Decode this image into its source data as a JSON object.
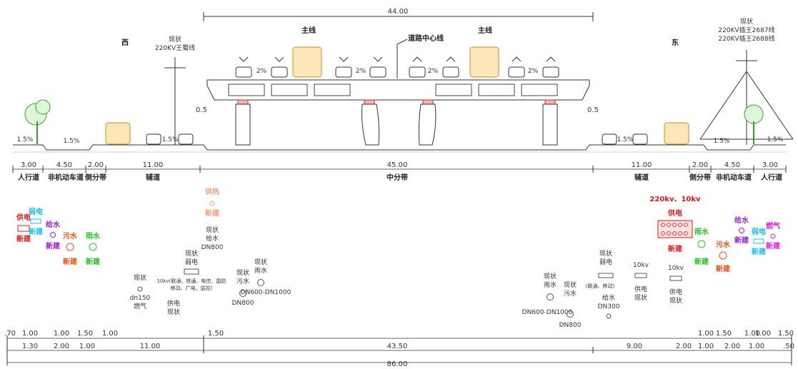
{
  "directions": {
    "west": "西",
    "east": "东"
  },
  "top": {
    "overall_width": "44.00",
    "main_line_left": "主线",
    "main_line_right": "主线",
    "centerline": "道路中心线"
  },
  "powerlines": {
    "west": [
      "现状",
      "220KV王蜀线"
    ],
    "east": [
      "现状",
      "220KV插王2687线",
      "220KV插王2688线"
    ]
  },
  "edge_offsets": {
    "left": "0.5",
    "right": "0.5"
  },
  "slopes": {
    "s15": "1.5%",
    "s2": "2%"
  },
  "sections": [
    {
      "width": "3.00",
      "label": "人行道"
    },
    {
      "width": "4.50",
      "label": "非机动车道"
    },
    {
      "width": "2.00",
      "label": "侧分带"
    },
    {
      "width": "11.00",
      "label": "辅道"
    },
    {
      "width": "45.00",
      "label": "中分带"
    },
    {
      "width": "11.00",
      "label": "辅道"
    },
    {
      "width": "2.00",
      "label": "侧分带"
    },
    {
      "width": "4.50",
      "label": "非机动车道"
    },
    {
      "width": "3.00",
      "label": "人行道"
    }
  ],
  "pipelines": {
    "left_new": [
      {
        "name": "供电",
        "status": "新建",
        "color": "#e8141a"
      },
      {
        "name": "弱电",
        "status": "新建",
        "color": "#12c4e8"
      },
      {
        "name": "给水",
        "status": "新建",
        "color": "#9b1fd6"
      },
      {
        "name": "污水",
        "status": "新建",
        "color": "#e8521a"
      },
      {
        "name": "雨水",
        "status": "新建",
        "color": "#24c32a"
      }
    ],
    "heat": {
      "name": "供热",
      "status": "新建",
      "color": "#f0a080"
    },
    "left_existing": [
      {
        "lines": [
          "现状",
          "给水",
          "DN800"
        ]
      },
      {
        "lines": [
          "现状",
          "dn150",
          "燃气"
        ]
      },
      {
        "lines": [
          "现状",
          "弱电",
          "10kv(联通、铁通、电信、国防",
          "移动、广电、监控)",
          "供电",
          "现状"
        ]
      },
      {
        "lines": [
          "现状",
          "污水",
          "DN800"
        ]
      },
      {
        "lines": [
          "现状",
          "雨水",
          "DN600-DN1000"
        ]
      }
    ],
    "right_existing": [
      {
        "lines": [
          "现状",
          "雨水",
          "DN600-DN1000"
        ]
      },
      {
        "lines": [
          "现状",
          "污水",
          "DN800"
        ]
      },
      {
        "lines": [
          "现状",
          "弱电",
          "(联通、移动)",
          "给水",
          "DN300"
        ]
      },
      {
        "lines": [
          "10kv",
          "供电",
          "现状"
        ]
      },
      {
        "lines": [
          "10kv",
          "供电",
          "现状"
        ]
      }
    ],
    "right_power": {
      "voltage": "220kv、10kv",
      "name": "供电",
      "status": "新建",
      "color": "#e8141a"
    },
    "right_new": [
      {
        "name": "雨水",
        "status": "新建",
        "color": "#24c32a"
      },
      {
        "name": "污水",
        "status": "新建",
        "color": "#e8521a"
      },
      {
        "name": "给水",
        "status": "新建",
        "color": "#9b1fd6"
      },
      {
        "name": "弱电",
        "status": "新建",
        "color": "#12c4e8"
      },
      {
        "name": "燃气",
        "status": "新建",
        "color": "#e81adc"
      }
    ]
  },
  "bottom_dims": {
    "row1": [
      ".70",
      "1.00",
      "1.00",
      "1.50",
      "1.00",
      "1.50",
      "1.00",
      "1.50",
      "1.00",
      "1.00",
      "1.50"
    ],
    "row2": [
      "1.30",
      "2.00",
      "1.00",
      "11.00",
      "43.50",
      "9.00",
      "2.00",
      "1.00",
      "2.00",
      "1.00",
      ".50"
    ],
    "total": "86.00"
  }
}
